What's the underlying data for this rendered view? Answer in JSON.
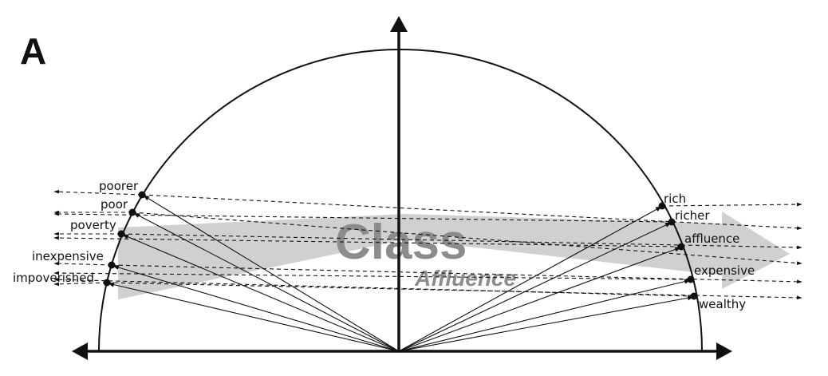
{
  "panel_label": "A",
  "axis_label_main": "Class",
  "axis_label_secondary": "Affluence",
  "left_words": [
    "poorer",
    "poor",
    "poverty",
    "inexpensive",
    "impoverished"
  ],
  "right_words": [
    "rich",
    "richer",
    "affluence",
    "expensive",
    "wealthy"
  ],
  "colors": {
    "ink": "#111111",
    "projection_band": "#d0d0d0",
    "title_gray": "#8c8c8c"
  }
}
